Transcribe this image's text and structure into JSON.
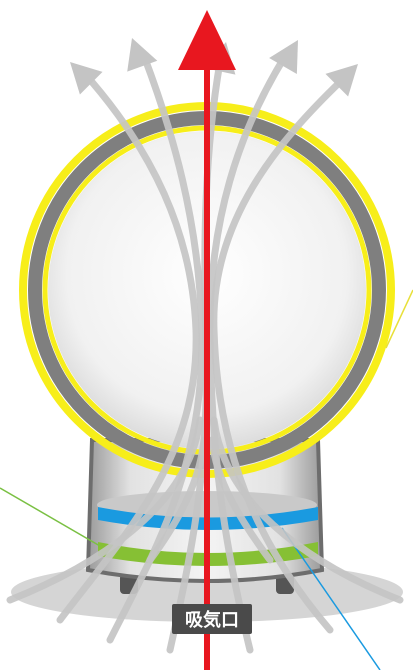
{
  "diagram": {
    "intake_label": "吸気口",
    "colors": {
      "ring_highlight": "#f7ee1a",
      "ring_body": "#7f7f7f",
      "airflow_arrows": "#c4c4c4",
      "center_arrow": "#e8171f",
      "blue_band": "#1a9ae0",
      "green_band": "#86c034",
      "pointer_green": "#7ac043",
      "pointer_blue": "#1a9ae0",
      "pointer_yellow": "#e8e03a"
    },
    "airflow_arrow_count": 6,
    "icons": [
      "bladeless-fan",
      "airflow-arrow",
      "intake-arrow"
    ]
  }
}
